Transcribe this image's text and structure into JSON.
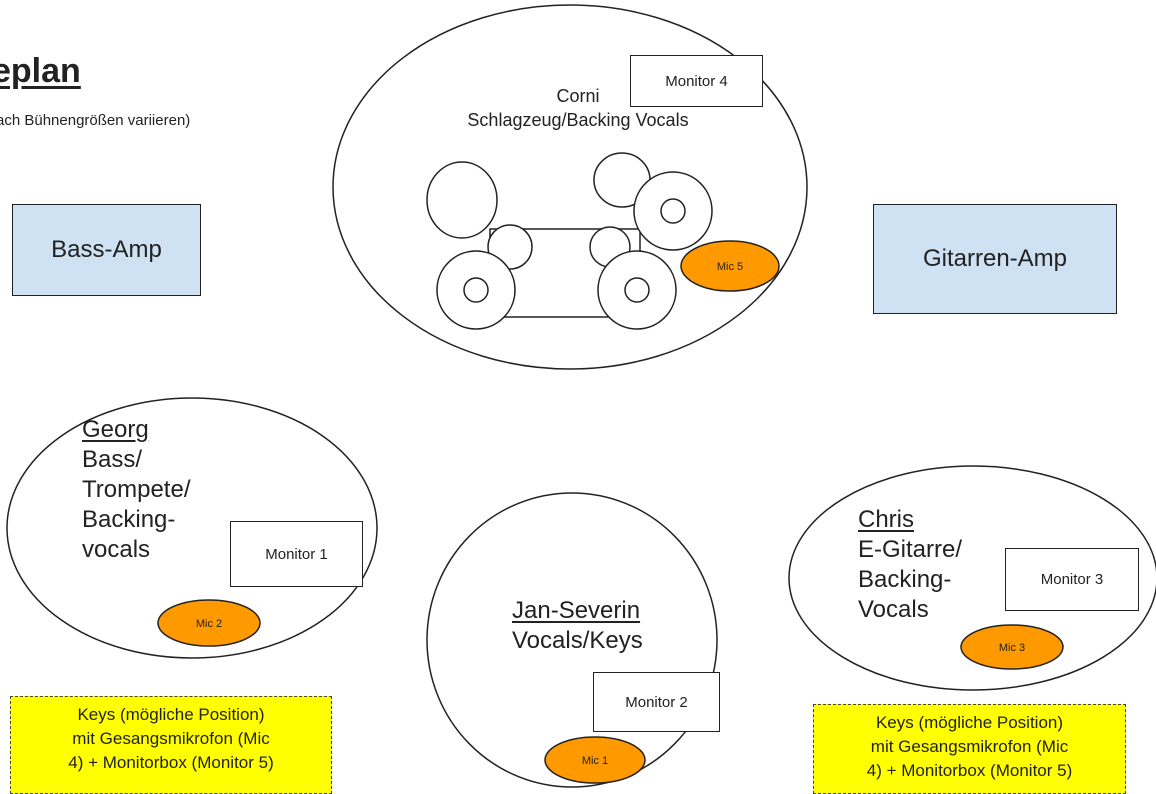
{
  "title": "eplan",
  "subtitle": "ach Bühnengrößen variieren)",
  "amps": {
    "bass": "Bass-Amp",
    "guitar": "Gitarren-Amp"
  },
  "drums": {
    "name": "Corni",
    "role": "Schlagzeug/Backing Vocals",
    "monitor": "Monitor 4",
    "mic": "Mic 5"
  },
  "members": {
    "georg": {
      "name": "Georg",
      "role_lines": [
        "Bass/",
        "Trompete/",
        "Backing-",
        "vocals"
      ],
      "monitor": "Monitor 1",
      "mic": "Mic 2"
    },
    "jan": {
      "name": "Jan-Severin",
      "role_lines": [
        "Vocals/Keys"
      ],
      "monitor": "Monitor 2",
      "mic": "Mic 1"
    },
    "chris": {
      "name": "Chris",
      "role_lines": [
        "E-Gitarre/",
        "Backing-",
        "Vocals"
      ],
      "monitor": "Monitor 3",
      "mic": "Mic 3"
    }
  },
  "keys_boxes": {
    "left": [
      "Keys (mögliche Position)",
      "mit Gesangsmikrofon (Mic",
      "4) + Monitorbox (Monitor 5)"
    ],
    "right": [
      "Keys (mögliche Position)",
      "mit Gesangsmikrofon (Mic",
      "4) + Monitorbox (Monitor 5)"
    ]
  },
  "colors": {
    "amp_fill": "#cfe2f3",
    "mic_fill": "#ff9900",
    "keys_fill": "#ffff00",
    "outline": "#222222"
  }
}
